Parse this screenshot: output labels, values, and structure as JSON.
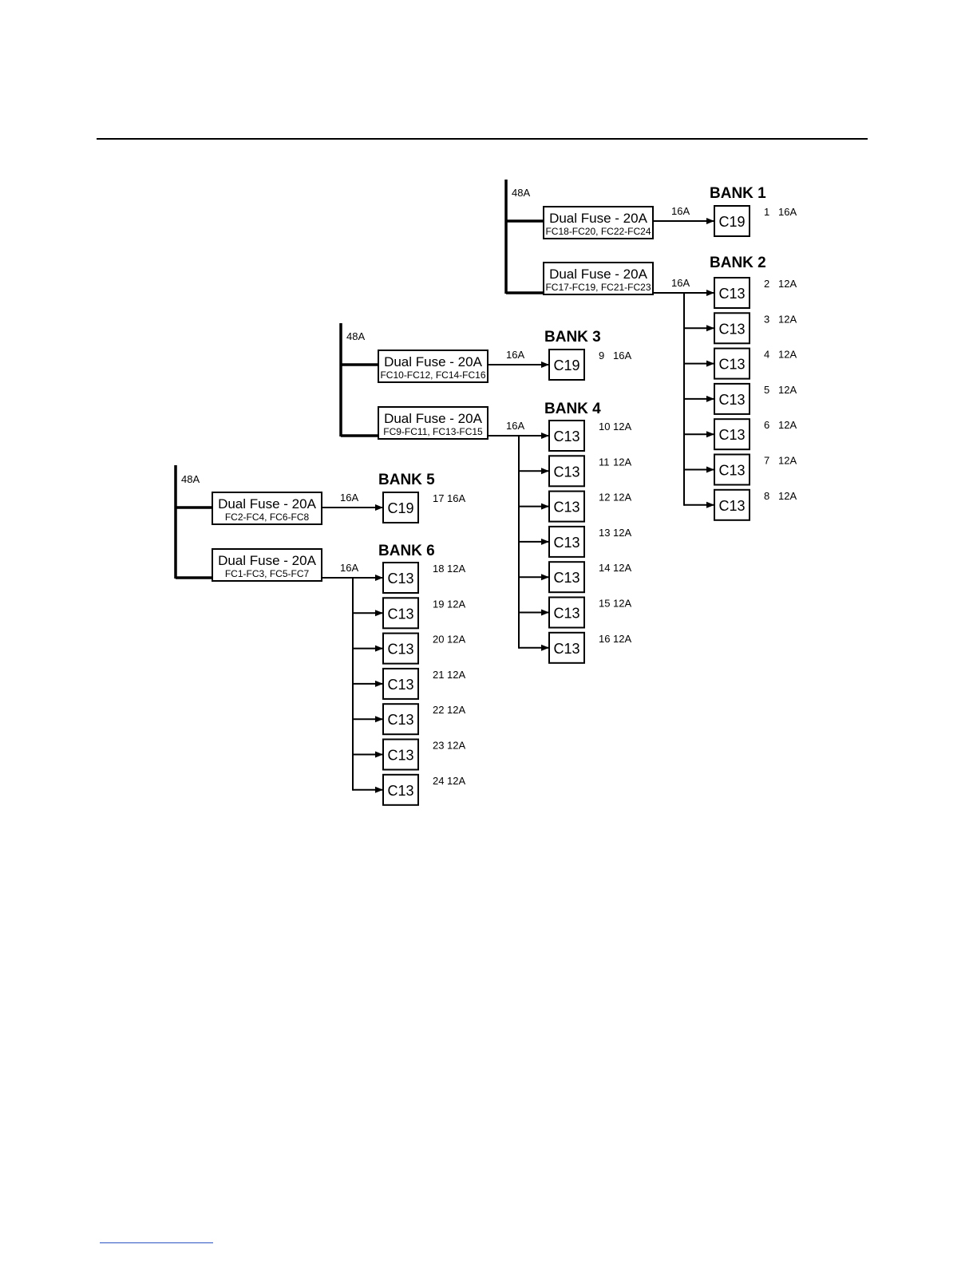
{
  "diagram": {
    "groups": [
      {
        "input": "48A",
        "fuses": [
          {
            "title": "Dual Fuse - 20A",
            "subtitle": "FC18-FC20, FC22-FC24",
            "current": "16A",
            "bank": "BANK 1",
            "outlets": [
              {
                "type": "C19",
                "number": "1",
                "rating": "16A"
              }
            ]
          },
          {
            "title": "Dual Fuse - 20A",
            "subtitle": "FC17-FC19, FC21-FC23",
            "current": "16A",
            "bank": "BANK 2",
            "outlets": [
              {
                "type": "C13",
                "number": "2",
                "rating": "12A"
              },
              {
                "type": "C13",
                "number": "3",
                "rating": "12A"
              },
              {
                "type": "C13",
                "number": "4",
                "rating": "12A"
              },
              {
                "type": "C13",
                "number": "5",
                "rating": "12A"
              },
              {
                "type": "C13",
                "number": "6",
                "rating": "12A"
              },
              {
                "type": "C13",
                "number": "7",
                "rating": "12A"
              },
              {
                "type": "C13",
                "number": "8",
                "rating": "12A"
              }
            ]
          }
        ]
      },
      {
        "input": "48A",
        "fuses": [
          {
            "title": "Dual Fuse - 20A",
            "subtitle": "FC10-FC12, FC14-FC16",
            "current": "16A",
            "bank": "BANK 3",
            "outlets": [
              {
                "type": "C19",
                "number": "9",
                "rating": "16A"
              }
            ]
          },
          {
            "title": "Dual Fuse - 20A",
            "subtitle": "FC9-FC11, FC13-FC15",
            "current": "16A",
            "bank": "BANK 4",
            "outlets": [
              {
                "type": "C13",
                "number": "10",
                "rating": "12A"
              },
              {
                "type": "C13",
                "number": "11",
                "rating": "12A"
              },
              {
                "type": "C13",
                "number": "12",
                "rating": "12A"
              },
              {
                "type": "C13",
                "number": "13",
                "rating": "12A"
              },
              {
                "type": "C13",
                "number": "14",
                "rating": "12A"
              },
              {
                "type": "C13",
                "number": "15",
                "rating": "12A"
              },
              {
                "type": "C13",
                "number": "16",
                "rating": "12A"
              }
            ]
          }
        ]
      },
      {
        "input": "48A",
        "fuses": [
          {
            "title": "Dual Fuse - 20A",
            "subtitle": "FC2-FC4, FC6-FC8",
            "current": "16A",
            "bank": "BANK 5",
            "outlets": [
              {
                "type": "C19",
                "number": "17",
                "rating": "16A"
              }
            ]
          },
          {
            "title": "Dual Fuse - 20A",
            "subtitle": "FC1-FC3, FC5-FC7",
            "current": "16A",
            "bank": "BANK 6",
            "outlets": [
              {
                "type": "C13",
                "number": "18",
                "rating": "12A"
              },
              {
                "type": "C13",
                "number": "19",
                "rating": "12A"
              },
              {
                "type": "C13",
                "number": "20",
                "rating": "12A"
              },
              {
                "type": "C13",
                "number": "21",
                "rating": "12A"
              },
              {
                "type": "C13",
                "number": "22",
                "rating": "12A"
              },
              {
                "type": "C13",
                "number": "23",
                "rating": "12A"
              },
              {
                "type": "C13",
                "number": "24",
                "rating": "12A"
              }
            ]
          }
        ]
      }
    ]
  }
}
